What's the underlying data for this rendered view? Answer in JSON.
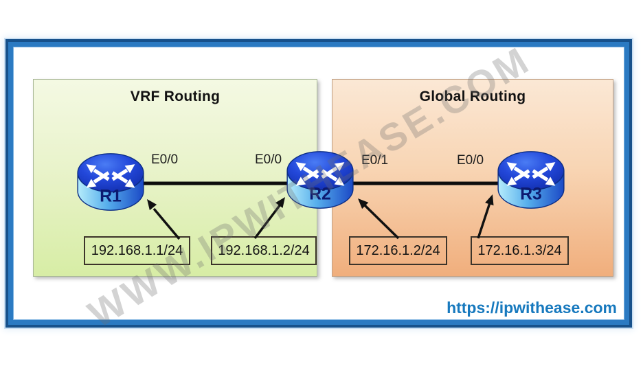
{
  "frame": {
    "border_color": "#2b7ac2",
    "border_dark_color": "#17518b"
  },
  "watermark": {
    "text": "WWW.IPWITHEASE.COM"
  },
  "footer": {
    "url": "https://ipwithease.com",
    "color": "#1779be"
  },
  "regions": {
    "vrf": {
      "title": "VRF Routing",
      "fill_top": "#f4f9e3",
      "fill_bottom": "#d7eda5"
    },
    "global": {
      "title": "Global Routing",
      "fill_top": "#fbe8d5",
      "fill_bottom": "#f0ae7c"
    }
  },
  "routers": [
    {
      "label": "R1"
    },
    {
      "label": "R2"
    },
    {
      "label": "R3"
    }
  ],
  "interfaces": [
    {
      "label": "E0/0"
    },
    {
      "label": "E0/0"
    },
    {
      "label": "E0/1"
    },
    {
      "label": "E0/0"
    }
  ],
  "ip_labels": [
    {
      "value": "192.168.1.1/24"
    },
    {
      "value": "192.168.1.2/24"
    },
    {
      "value": "172.16.1.2/24"
    },
    {
      "value": "172.16.1.3/24"
    }
  ],
  "links": [
    {
      "from": "R1",
      "to": "R2"
    },
    {
      "from": "R2",
      "to": "R3"
    }
  ],
  "colors": {
    "link_line": "#0d0d0d",
    "arrow": "#111111",
    "router_blue": "#2348da"
  }
}
